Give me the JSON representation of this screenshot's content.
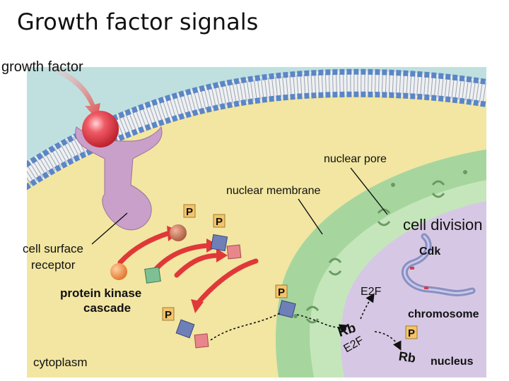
{
  "title": "Growth factor signals",
  "labels": {
    "growth_factor": "growth factor",
    "nuclear_pore": "nuclear pore",
    "nuclear_membrane": "nuclear membrane",
    "cell_division": "cell division",
    "cell_surface_receptor_line1": "cell surface",
    "cell_surface_receptor_line2": "receptor",
    "cdk": "Cdk",
    "protein_kinase_cascade_line1": "protein kinase",
    "protein_kinase_cascade_line2": "cascade",
    "e2f_top": "E2F",
    "chromosome": "chromosome",
    "rb_complex": "Rb",
    "e2f_complex": "E2F",
    "cytoplasm": "cytoplasm",
    "rb_free": "Rb",
    "nucleus": "nucleus",
    "phosphate": "P"
  },
  "colors": {
    "extracellular": "#bfe0df",
    "cytoplasm": "#f2e6a2",
    "membrane_head": "#5b86c6",
    "nuclear_envelope": "#a6d69e",
    "nucleoplasm": "#d6c8e4",
    "receptor": "#c9a0c9",
    "growth_factor": "#e0303c",
    "kinase_arrow": "#e03838",
    "kinase_1": "#e8864a",
    "kinase_2": "#7fbf94",
    "kinase_3": "#6f7fb8",
    "kinase_4": "#e8868c",
    "chromosome": "#8a8fc2"
  }
}
